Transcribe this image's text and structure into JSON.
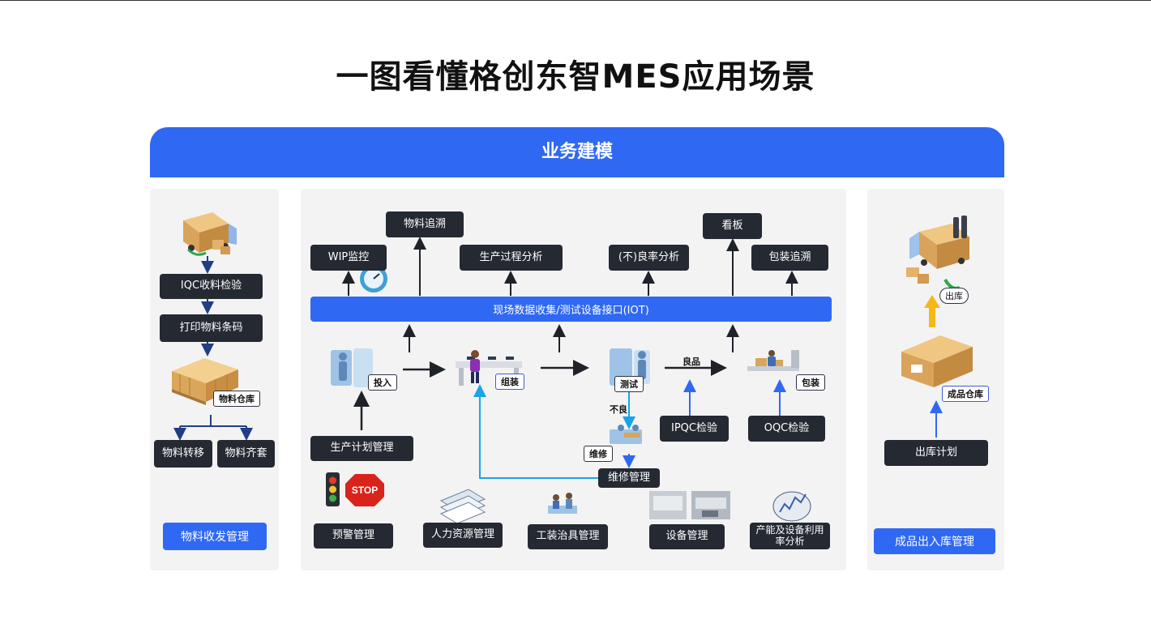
{
  "title": "一图看懂格创东智MES应用场景",
  "header": "业务建模",
  "left": {
    "steps": [
      "IQC收料检验",
      "打印物料条码"
    ],
    "warehouse_tag": "物料仓库",
    "branches": [
      "物料转移",
      "物料齐套"
    ],
    "footer": "物料收发管理"
  },
  "middle": {
    "top_boxes": {
      "wip": "WIP监控",
      "trace": "物料追溯",
      "process": "生产过程分析",
      "yield": "(不)良率分析",
      "kanban": "看板",
      "pack_trace": "包装追溯"
    },
    "iot": "现场数据收集/测试设备接口(IOT)",
    "stations": {
      "input": "投入",
      "assembly": "组装",
      "test": "测试",
      "package": "包装",
      "repair": "维修"
    },
    "flow_labels": {
      "good": "良品",
      "bad": "不良"
    },
    "checks": [
      "IPQC检验",
      "OQC检验"
    ],
    "plan": "生产计划管理",
    "repair_mgmt": "维修管理",
    "stop_sign": "STOP",
    "bottom": [
      "预警管理",
      "人力资源管理",
      "工装治具管理",
      "设备管理",
      "产能及设备利用率分析"
    ]
  },
  "right": {
    "out_tag": "出库",
    "warehouse_tag": "成品仓库",
    "plan": "出库计划",
    "footer": "成品出入库管理"
  },
  "colors": {
    "primary": "#2f68f3",
    "dark_box": "#242932",
    "panel_bg": "#f3f3f4",
    "arrow_dark": "#1f2229",
    "arrow_blue": "#2f68f3",
    "arrow_cyan": "#1aa4e8"
  }
}
